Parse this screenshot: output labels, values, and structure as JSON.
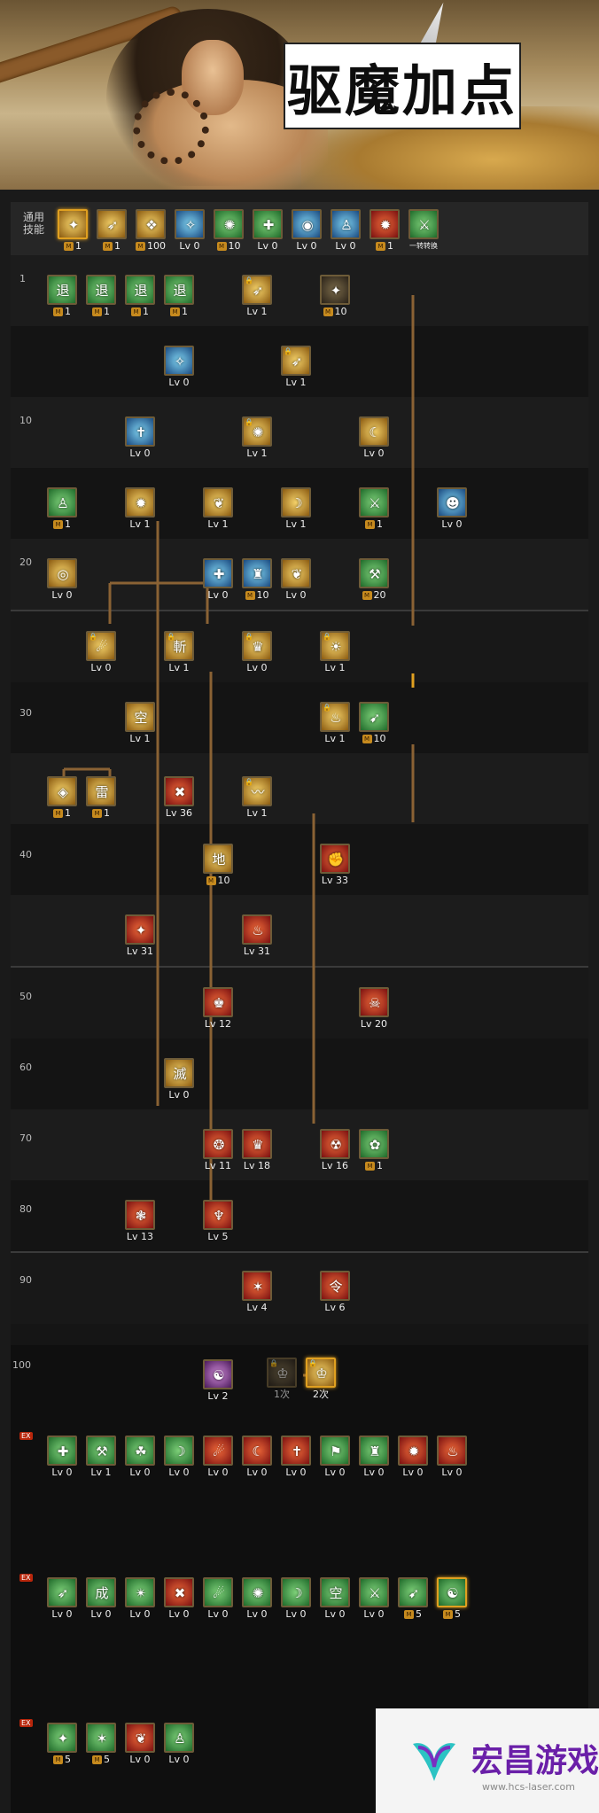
{
  "banner": {
    "title": "驱魔加点"
  },
  "tree": {
    "common_label": "通用技能",
    "level_labels": [
      "1",
      "10",
      "20",
      "30",
      "40",
      "50",
      "60",
      "70",
      "80",
      "90",
      "100"
    ],
    "tags": [
      "EX",
      "EX",
      "EX"
    ]
  },
  "skills": {
    "common": [
      "1",
      "1",
      "100",
      "Lv 0",
      "10",
      "Lv 0",
      "Lv 0",
      "Lv 0",
      "1",
      "一转转换"
    ],
    "r1": [
      "1",
      "1",
      "1",
      "1",
      "Lv 1",
      "10"
    ],
    "r2": [
      "Lv 0",
      "Lv 1"
    ],
    "r3": [
      "Lv 0",
      "Lv 1",
      "Lv 0"
    ],
    "r4": [
      "1",
      "Lv 1",
      "Lv 1",
      "Lv 1",
      "1",
      "Lv 0"
    ],
    "r5": [
      "Lv 0",
      "Lv 0",
      "10",
      "Lv 0",
      "20"
    ],
    "r6": [
      "Lv 0",
      "Lv 1",
      "Lv 0",
      "Lv 1"
    ],
    "r7": [
      "Lv 1",
      "Lv 1",
      "10"
    ],
    "r8": [
      "1",
      "1",
      "Lv 36",
      "Lv 1"
    ],
    "r9": [
      "10",
      "Lv 33"
    ],
    "r10": [
      "Lv 31",
      "Lv 31"
    ],
    "r11": [
      "Lv 12",
      "Lv 20"
    ],
    "r12": [
      "Lv 0"
    ],
    "r13": [
      "Lv 11",
      "Lv 18",
      "Lv 16",
      "1"
    ],
    "r14": [
      "Lv 13",
      "Lv 5"
    ],
    "r15": [
      "Lv 4",
      "Lv 6"
    ],
    "r16": [
      "Lv 2",
      "1次",
      "2次"
    ],
    "ex1": [
      "Lv 0",
      "Lv 1",
      "Lv 0",
      "Lv 0",
      "Lv 0",
      "Lv 0",
      "Lv 0",
      "Lv 0",
      "Lv 0",
      "Lv 0",
      "Lv 0"
    ],
    "ex2": [
      "Lv 0",
      "Lv 0",
      "Lv 0",
      "Lv 0",
      "Lv 0",
      "Lv 0",
      "Lv 0",
      "Lv 0",
      "Lv 0",
      "5",
      "5"
    ],
    "ex3": [
      "5",
      "5",
      "Lv 0",
      "Lv 0"
    ]
  },
  "watermark": {
    "name": "宏昌游戏网",
    "url": "www.hcs-laser.com"
  }
}
